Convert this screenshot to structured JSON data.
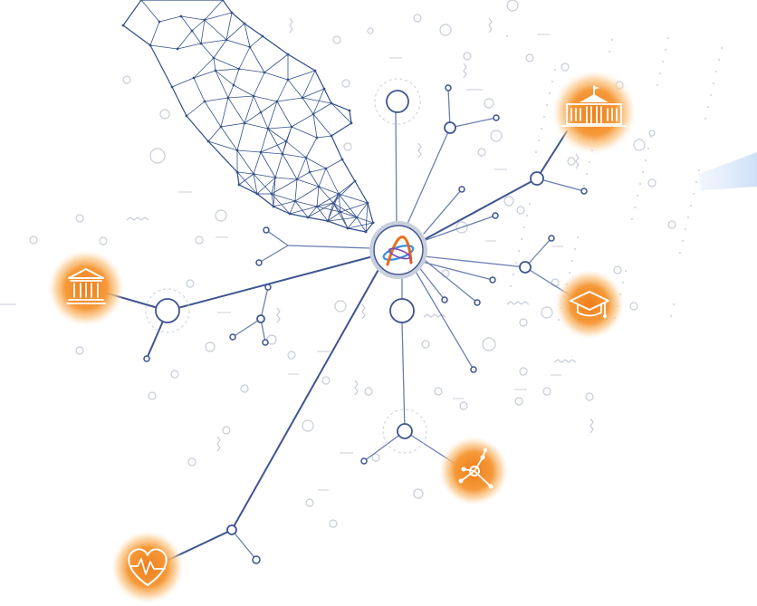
{
  "diagram": {
    "hub": {
      "icon": "atom-logo-icon"
    },
    "nodes": [
      {
        "id": "government",
        "icon": "government-building-icon"
      },
      {
        "id": "education",
        "icon": "graduation-cap-icon"
      },
      {
        "id": "banking",
        "icon": "bank-icon"
      },
      {
        "id": "healthcare",
        "icon": "heart-pulse-icon"
      },
      {
        "id": "network",
        "icon": "network-nodes-icon"
      }
    ],
    "hand": {
      "icon": "wireframe-hand-icon"
    }
  },
  "colors": {
    "line": "#3e5590",
    "accent": "#f07d1a",
    "glow": "#ffd9a8",
    "decoration": "#c6ccd8"
  }
}
